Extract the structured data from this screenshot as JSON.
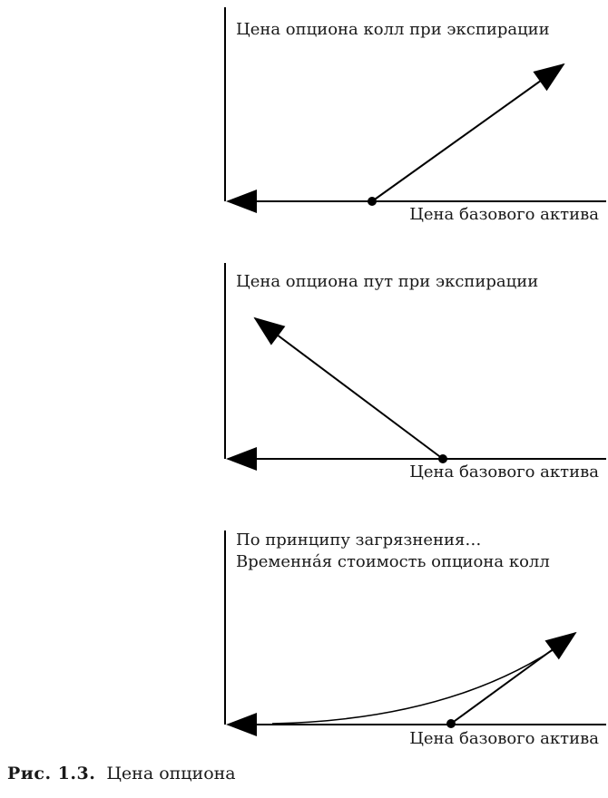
{
  "figure": {
    "caption": {
      "label": "Рис. 1.3.",
      "text": "Цена опциона"
    }
  },
  "chart_data": [
    {
      "type": "line",
      "title": "Цена опциона колл при экспирации",
      "xlabel": "Цена базового актива",
      "ylabel": "",
      "axes": {
        "ticks": "none",
        "numeric_scale": false,
        "x_axis_arrow": "left-toward-origin",
        "grid": false,
        "note": "schematic payoff diagram; dot on x-axis marks strike price"
      },
      "strike_dot_norm": [
        0.39,
        0
      ],
      "series": [
        {
          "name": "call-payoff-at-expiration",
          "points_norm": [
            [
              0.39,
              0.0
            ],
            [
              0.89,
              0.71
            ]
          ],
          "arrow_end": true
        }
      ],
      "px": {
        "origin": [
          248,
          222
        ],
        "y_top": 8,
        "x_end": 668,
        "dot": [
          410,
          222
        ],
        "lines": [
          [
            [
              410,
              222
            ],
            [
              621,
              71
            ]
          ]
        ],
        "curves": []
      }
    },
    {
      "type": "line",
      "title": "Цена опциона пут при экспирации",
      "xlabel": "Цена базового актива",
      "ylabel": "",
      "axes": {
        "ticks": "none",
        "numeric_scale": false,
        "x_axis_arrow": "left-toward-origin",
        "grid": false,
        "note": "schematic payoff diagram; dot on x-axis marks strike price"
      },
      "strike_dot_norm": [
        0.57,
        0
      ],
      "series": [
        {
          "name": "put-payoff-at-expiration",
          "points_norm": [
            [
              0.57,
              0.0
            ],
            [
              0.08,
              0.72
            ]
          ],
          "arrow_end": true
        }
      ],
      "px": {
        "origin": [
          248,
          506
        ],
        "y_top": 290,
        "x_end": 668,
        "dot": [
          488,
          506
        ],
        "lines": [
          [
            [
              488,
              506
            ],
            [
              281,
              351
            ]
          ]
        ],
        "curves": []
      }
    },
    {
      "type": "line",
      "title": "По принципу загрязнения…",
      "title2": "Временна́я стоимость опциона колл",
      "xlabel": "Цена базового актива",
      "ylabel": "",
      "axes": {
        "ticks": "none",
        "numeric_scale": false,
        "x_axis_arrow": "left-toward-origin",
        "grid": false,
        "note": "schematic; straight arrowed line is intrinsic value from strike dot, curve is call price before expiration converging to it"
      },
      "strike_dot_norm": [
        0.59,
        0
      ],
      "series": [
        {
          "name": "intrinsic-value-line",
          "points_norm": [
            [
              0.59,
              0.0
            ],
            [
              0.92,
              0.48
            ]
          ],
          "arrow_end": true
        },
        {
          "name": "call-price-curve",
          "curve": "quadratic",
          "points_norm": [
            [
              0.12,
              0.0
            ],
            [
              0.59,
              0.02
            ],
            [
              0.89,
              0.42
            ]
          ],
          "arrow_end": false
        }
      ],
      "px": {
        "origin": [
          248,
          799
        ],
        "y_top": 585,
        "x_end": 668,
        "dot": [
          497,
          798
        ],
        "lines": [
          [
            [
              497,
              798
            ],
            [
              634,
              698
            ]
          ]
        ],
        "curves": [
          [
            [
              300,
              798
            ],
            [
              498,
              794
            ],
            [
              621,
              709
            ]
          ]
        ]
      }
    }
  ]
}
